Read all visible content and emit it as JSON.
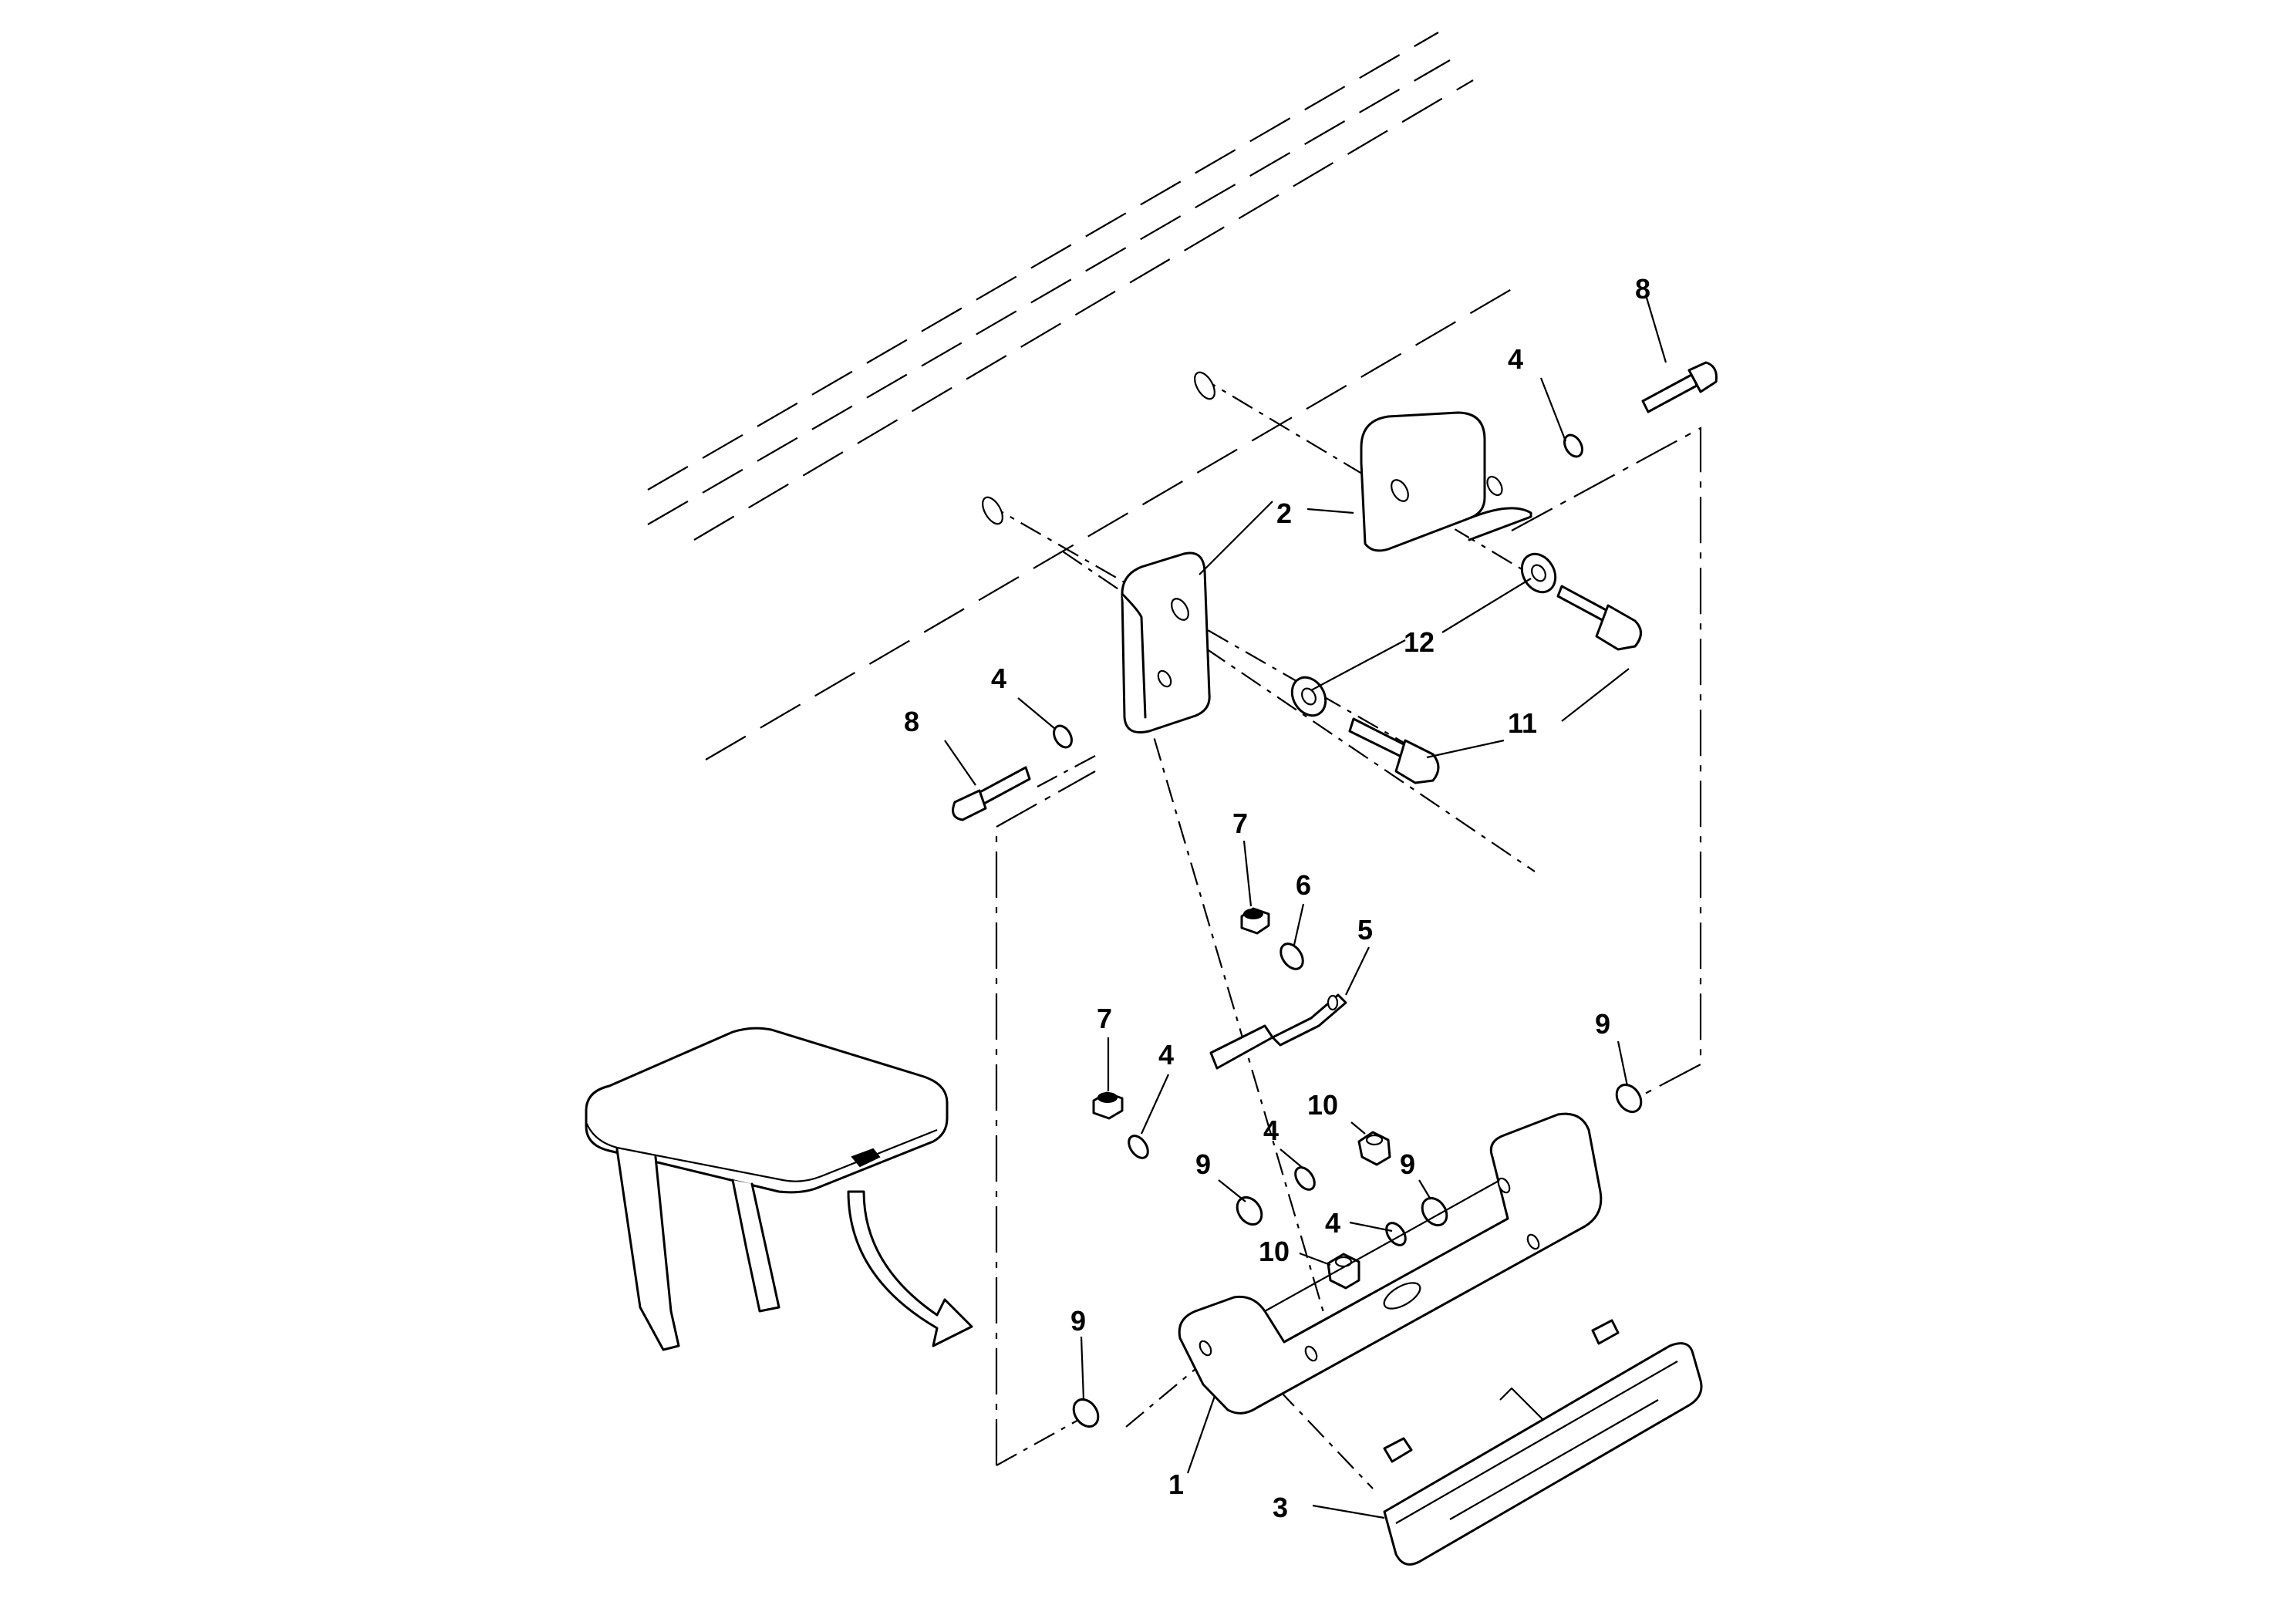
{
  "diagram": {
    "type": "exploded-parts-view",
    "callouts": {
      "c1": "1",
      "c2": "2",
      "c3": "3",
      "c4a": "4",
      "c4b": "4",
      "c4c": "4",
      "c4d": "4",
      "c4e": "4",
      "c5": "5",
      "c6": "6",
      "c7a": "7",
      "c7b": "7",
      "c8a": "8",
      "c8b": "8",
      "c9a": "9",
      "c9b": "9",
      "c9c": "9",
      "c9d": "9",
      "c10a": "10",
      "c10b": "10",
      "c11": "11",
      "c12": "12"
    },
    "colors": {
      "line": "#000000",
      "background": "#ffffff"
    }
  }
}
